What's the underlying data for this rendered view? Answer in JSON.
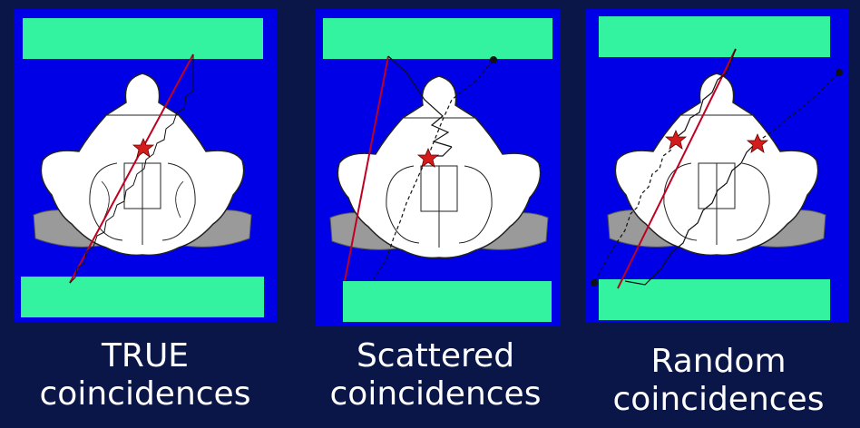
{
  "colors": {
    "background": "#0a1648",
    "panel": "#0000e6",
    "detector": "#33f2a0",
    "true_line": "#c00020",
    "scatter_line": "#000000",
    "event_star": "#d41c1c",
    "anatomy": "#ffffff",
    "support": "#9a9a9a"
  },
  "panels": [
    {
      "caption_line1": "TRUE",
      "caption_line2": "coincidences"
    },
    {
      "caption_line1": "Scattered",
      "caption_line2": "coincidences"
    },
    {
      "caption_line1": "Random",
      "caption_line2": "coincidences"
    }
  ]
}
